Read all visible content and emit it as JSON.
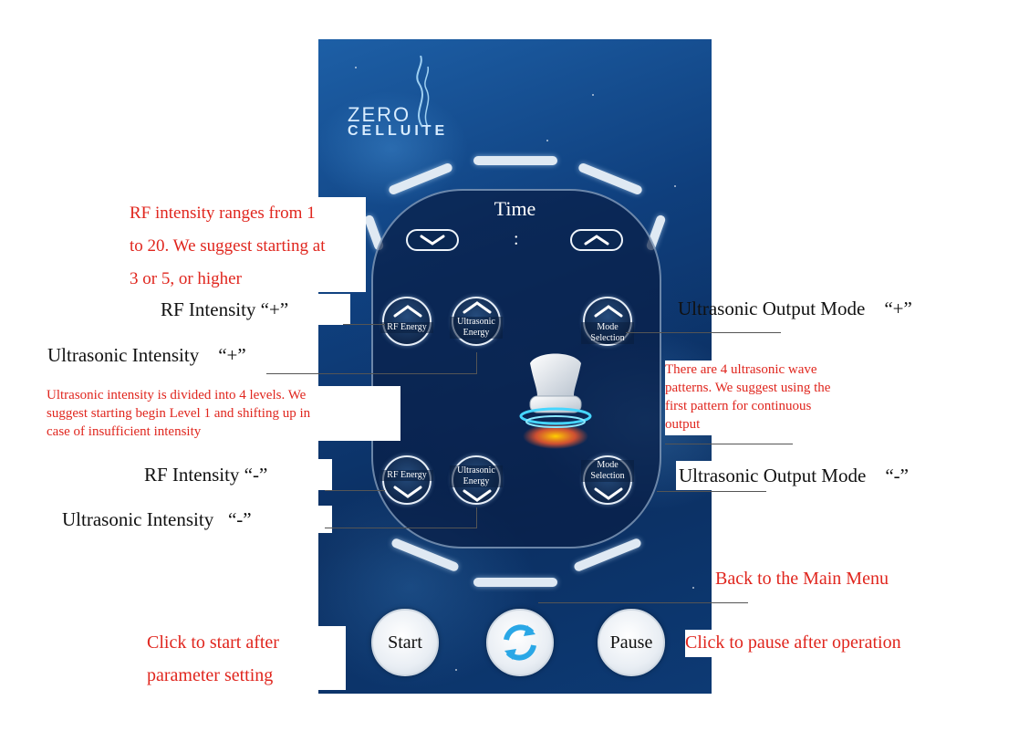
{
  "app": {
    "logo_line1": "ZERO",
    "logo_line2": "CELLUITE",
    "time_label": "Time",
    "time_separator": ":",
    "colors": {
      "screen_bg": "#0f3f7d",
      "accent": "#2aa7e6",
      "annotation_red": "#e0261e"
    }
  },
  "controls": {
    "time_down": {
      "icon": "chevron-down-icon"
    },
    "time_up": {
      "icon": "chevron-up-icon"
    },
    "rf_energy_up": {
      "label": "RF Energy",
      "icon": "chevron-up-icon"
    },
    "ultrasonic_energy_up": {
      "label_line1": "Ultrasonic",
      "label_line2": "Energy",
      "icon": "chevron-up-icon"
    },
    "mode_selection_up": {
      "label_line1": "Mode",
      "label_line2": "Selection",
      "icon": "chevron-up-icon"
    },
    "rf_energy_down": {
      "label": "RF Energy",
      "icon": "chevron-down-icon"
    },
    "ultrasonic_energy_down": {
      "label_line1": "Ultrasonic",
      "label_line2": "Energy",
      "icon": "chevron-down-icon"
    },
    "mode_selection_down": {
      "label_line1": "Mode",
      "label_line2": "Selection",
      "icon": "chevron-down-icon"
    },
    "start_label": "Start",
    "pause_label": "Pause",
    "main_menu_icon": "refresh-icon"
  },
  "annotations": {
    "rf_range_line1": "RF intensity ranges from 1",
    "rf_range_line2": "to 20. We suggest starting at",
    "rf_range_line3": "3 or 5, or higher",
    "rf_plus": "RF Intensity “+”",
    "ultra_plus_label": "Ultrasonic Intensity",
    "ultra_plus_sign": "“+”",
    "ultra_levels_line1": "Ultrasonic intensity is divided into 4 levels. We",
    "ultra_levels_line2": "suggest starting begin Level 1 and shifting up in",
    "ultra_levels_line3": "case of insufficient intensity",
    "rf_minus": "RF Intensity “-”",
    "ultra_minus_label": "Ultrasonic Intensity",
    "ultra_minus_sign": "“-”",
    "mode_plus_label": "Ultrasonic Output Mode",
    "mode_plus_sign": "“+”",
    "patterns_line1": "There are 4 ultrasonic wave",
    "patterns_line2": "patterns. We suggest using the",
    "patterns_line3": "first pattern for continuous",
    "patterns_line4": "output",
    "mode_minus_label": "Ultrasonic Output Mode",
    "mode_minus_sign": "“-”",
    "back_main_menu": "Back to the Main Menu",
    "start_hint_line1": "Click to start after",
    "start_hint_line2": "parameter setting",
    "pause_hint": "Click to pause after operation"
  }
}
